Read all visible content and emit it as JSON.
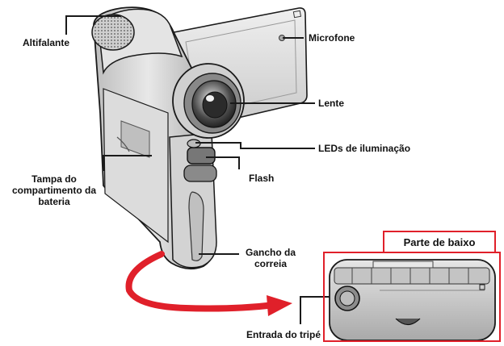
{
  "diagram": {
    "labels": {
      "speaker": "Altifalante",
      "microphone": "Microfone",
      "lens": "Lente",
      "leds": "LEDs de iluminação",
      "flash": "Flash",
      "battery_cover_line1": "Tampa do",
      "battery_cover_line2": "compartimento da",
      "battery_cover_line3": "bateria",
      "strap_hook_line1": "Gancho da",
      "strap_hook_line2": "correia",
      "tripod": "Entrada do tripé"
    },
    "inset_title": "Parte de baixo",
    "colors": {
      "outline": "#1a1a1a",
      "body": "#d9d9d9",
      "highlight_red": "#e0202a"
    }
  }
}
